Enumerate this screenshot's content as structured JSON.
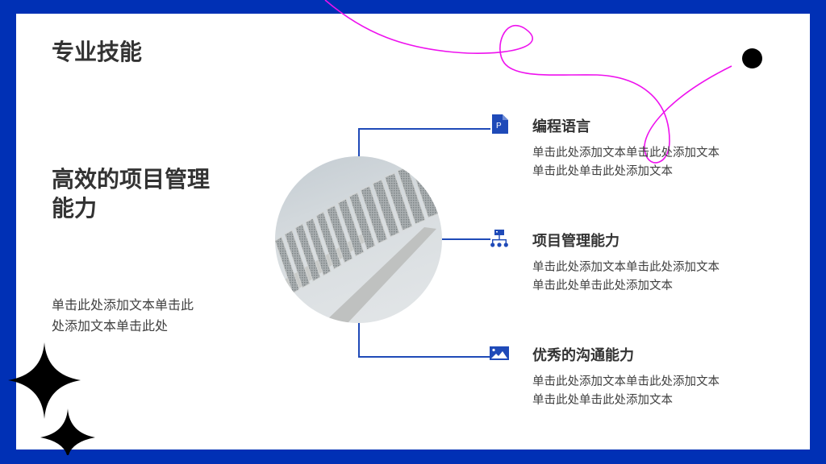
{
  "slide": {
    "title": "专业技能",
    "left": {
      "heading": "高效的项目管理能力",
      "description": "单击此处添加文本单击此处添加文本单击此处"
    },
    "skills": [
      {
        "icon": "document-p-icon",
        "title": "编程语言",
        "description": "单击此处添加文本单击此处添加文本单击此处单击此处添加文本"
      },
      {
        "icon": "org-chart-icon",
        "title": "项目管理能力",
        "description": "单击此处添加文本单击此处添加文本单击此处单击此处添加文本"
      },
      {
        "icon": "image-icon",
        "title": "优秀的沟通能力",
        "description": "单击此处添加文本单击此处添加文本单击此处单击此处添加文本"
      }
    ],
    "icon_letter": "P"
  },
  "colors": {
    "frame": "#0030b5",
    "accent": "#1f4ab8",
    "curve": "#ee11ee",
    "text_dark": "#333333",
    "text_body": "#404040"
  }
}
